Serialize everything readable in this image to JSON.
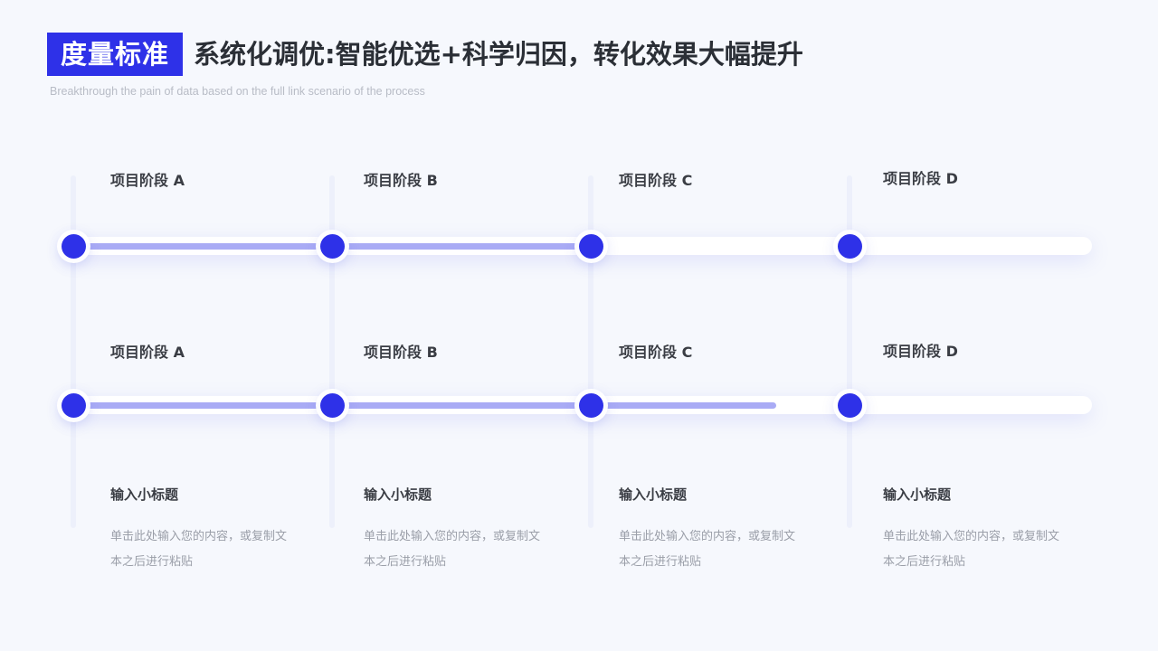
{
  "header": {
    "badge": "度量标准",
    "title": "系统化调优:智能优选+科学归因，转化效果大幅提升",
    "subtitle": "Breakthrough the pain of data based on the full link scenario of the process"
  },
  "row1": {
    "stages": [
      "项目阶段 A",
      "项目阶段 B",
      "项目阶段 C",
      "项目阶段 D"
    ],
    "progress": 0.51
  },
  "row2": {
    "stages": [
      "项目阶段 A",
      "项目阶段 B",
      "项目阶段 C",
      "项目阶段 D"
    ],
    "progress": 0.69
  },
  "items": [
    {
      "title": "输入小标题",
      "line1": "单击此处输入您的内容，或复制文",
      "line2": "本之后进行粘贴"
    },
    {
      "title": "输入小标题",
      "line1": "单击此处输入您的内容，或复制文",
      "line2": "本之后进行粘贴"
    },
    {
      "title": "输入小标题",
      "line1": "单击此处输入您的内容，或复制文",
      "line2": "本之后进行粘贴"
    },
    {
      "title": "输入小标题",
      "line1": "单击此处输入您的内容，或复制文",
      "line2": "本之后进行粘贴"
    }
  ],
  "colors": {
    "accent": "#2e31e8",
    "fill": "#a9abf5",
    "track": "#ffffff",
    "background": "#f6f8fd"
  }
}
